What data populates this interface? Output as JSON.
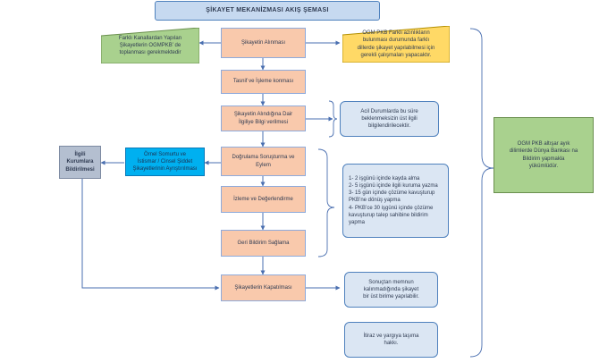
{
  "title": "ŞİKAYET MEKANİZMASI AKIŞ ŞEMASI",
  "steps": [
    "Şikayetin Alınması",
    "Tasnif ve İşleme konması",
    "Şikayetin Alındığına Dair\nİlgiliye Bilgi verilmesi",
    "Doğrulama Soruşturma ve\nEylem",
    "İzleme ve Değerlendirme",
    "Geri Bildirim Sağlama",
    "Şikayetlerin Kapatılması"
  ],
  "left_green_note": "Farklı Kanallardan Yapılan\nŞikayetlerin OGMPKB’ de\ntoplanması gerekmektedir",
  "yellow_note": "OGM PKB Farklı azınlıkların\nbulunması durumunda farklı\ndillerde şikayet yapılabilmesi için\ngerekli çalışmaları yapacaktır.",
  "info_urgent": "Acil Durumlarda bu süre\nbeklenmeksizin üst ilgili\nbilgilendirilecektir.",
  "timeline_note": "1- 2 işgünü içinde kayda alma\n2- 5 işgünü içinde ilgili kuruma yazma\n3- 15 gün içinde çözüme kavuşturup\nPKB’ne dönüş yapma\n4- PKB’ce 30 işgünü içinde çözüme\nkavuşturup talep sahibine bildirim\nyapma",
  "result_note": "Sonuçtan memnun\nkalınmadığında şikayet\nbir üst birime yapılabilir.",
  "appeal_note": "İtiraz ve yargıya taşıma\nhakkı.",
  "big_green_note": "OGM PKB altışar ayık\ndilimlerde Dünya Bankası na\nBildirim yapmakla\nyükümlüdür.",
  "cyan_box": "Örnel Somurtu ve\nİstismar / Cinsel Şiddet\nŞikayetlerinin Ayrıştırılması",
  "gray_box": "İlgili\nKurumlara\nBildirilmesi"
}
